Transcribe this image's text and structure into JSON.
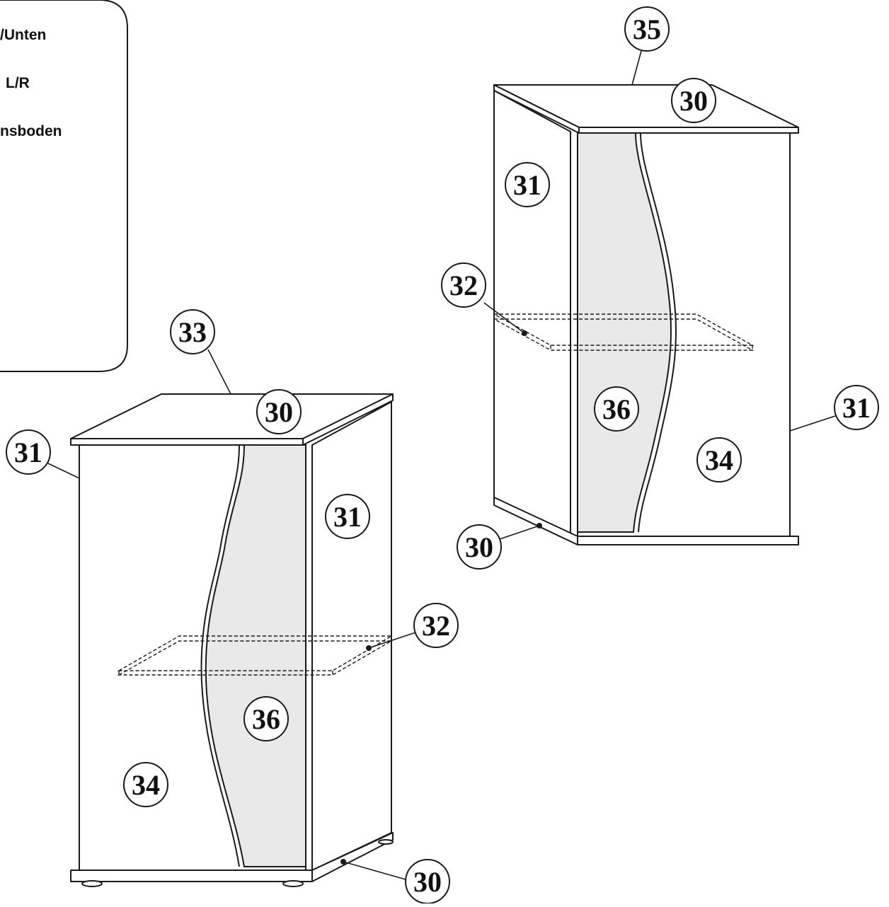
{
  "legend": {
    "line1": "/Unten",
    "line2": "L/R",
    "line3": "nsboden"
  },
  "callouts": {
    "a33": "33",
    "a30top": "30",
    "a31left": "31",
    "a31side": "31",
    "a32": "32",
    "a36": "36",
    "a34": "34",
    "a30bottom": "30",
    "b35": "35",
    "b30top": "30",
    "b31left": "31",
    "b32": "32",
    "b36": "36",
    "b31right": "31",
    "b34": "34",
    "b30bottom": "30"
  },
  "colors": {
    "line": "#1a1a1a",
    "glass": "#e9e9e9",
    "background": "#ffffff"
  }
}
